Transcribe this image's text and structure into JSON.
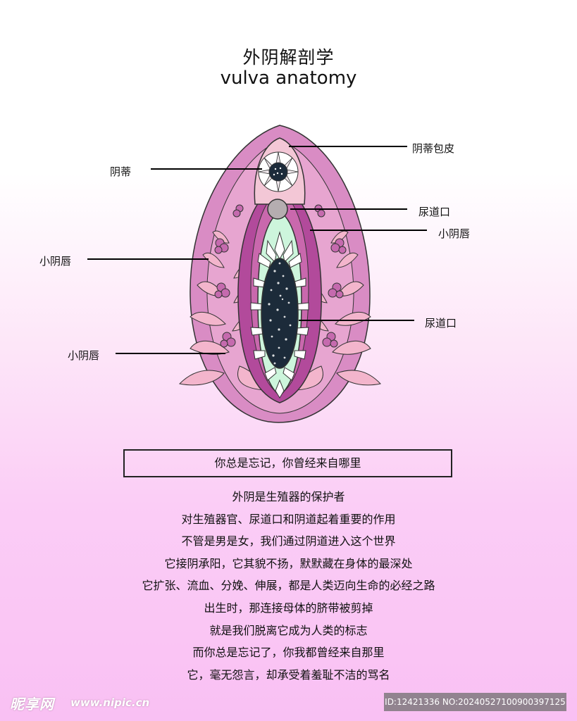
{
  "header": {
    "title_cn": "外阴解剖学",
    "title_en": "vulva anatomy"
  },
  "labels": {
    "clitoral_hood": "阴蒂包皮",
    "clitoris": "阴蒂",
    "urethral_opening_upper": "尿道口",
    "labia_minora_right": "小阴唇",
    "labia_minora_left_upper": "小阴唇",
    "urethral_opening_lower": "尿道口",
    "labia_minora_left_lower": "小阴唇"
  },
  "boxed_text": "你总是忘记，你曾经来自哪里",
  "poem": [
    "外阴是生殖器的保护者",
    "对生殖器官、尿道口和阴道起着重要的作用",
    "不管是男是女，我们通过阴道进入这个世界",
    "它接阴承阳，它其貌不扬，默默藏在身体的最深处",
    "它扩张、流血、分娩、伸展，都是人类迈向生命的必经之路",
    "出生时，那连接母体的脐带被剪掉",
    "就是我们脱离它成为人类的标志",
    "而你总是忘记了，你我都曾经来自那里",
    "它，毫无怨言，却承受着羞耻不洁的骂名"
  ],
  "watermark": {
    "logo": "昵享网",
    "url": "www.nipic.cn",
    "id_text": "ID:12421336 NO:20240527100900397125"
  },
  "colors": {
    "outer": "#d77fbd",
    "inner_pink": "#e9a4cf",
    "labia": "#b34a9c",
    "hood": "#f2c5d6",
    "mint": "#cdf5dc",
    "dark": "#1c2b3a",
    "leaf": "#f3b5cc"
  }
}
